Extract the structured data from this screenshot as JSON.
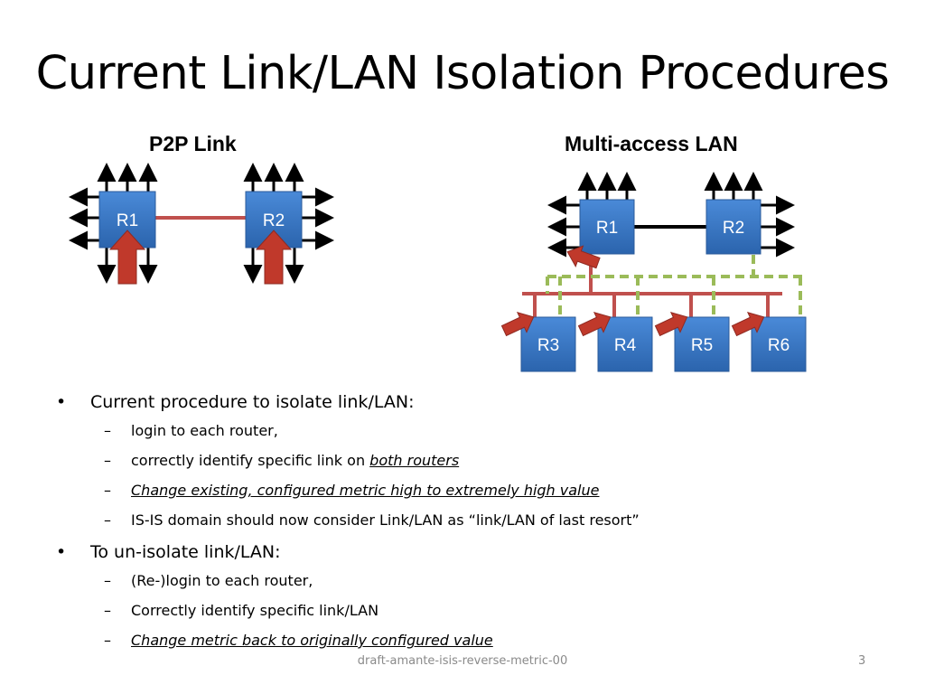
{
  "slide": {
    "title": "Current Link/LAN Isolation Procedures",
    "footer": "draft-amante-isis-reverse-metric-00",
    "page_number": "3"
  },
  "diagrams": {
    "p2p": {
      "label": "P2P Link",
      "routers": [
        "R1",
        "R2"
      ]
    },
    "lan": {
      "label": "Multi-access LAN",
      "top_routers": [
        "R1",
        "R2"
      ],
      "bottom_routers": [
        "R3",
        "R4",
        "R5",
        "R6"
      ]
    }
  },
  "bullets": [
    {
      "text": "Current procedure to isolate link/LAN:",
      "sub": [
        {
          "text": "login to each router,"
        },
        {
          "prefix": "correctly identify specific link on ",
          "emph": "both routers"
        },
        {
          "emph": "Change existing, configured metric high to extremely high value"
        },
        {
          "text": "IS-IS domain should now consider Link/LAN as “link/LAN of last resort”"
        }
      ]
    },
    {
      "text": "To un-isolate link/LAN:",
      "sub": [
        {
          "text": "(Re-)login to each router,"
        },
        {
          "text": "Correctly identify specific link/LAN"
        },
        {
          "emph": "Change metric back to originally configured value"
        }
      ]
    }
  ],
  "colors": {
    "router_fill": "#3a7ac8",
    "link_red": "#c0504d",
    "dashed_green": "#9bbb59",
    "arrow_red": "#c0392b"
  }
}
